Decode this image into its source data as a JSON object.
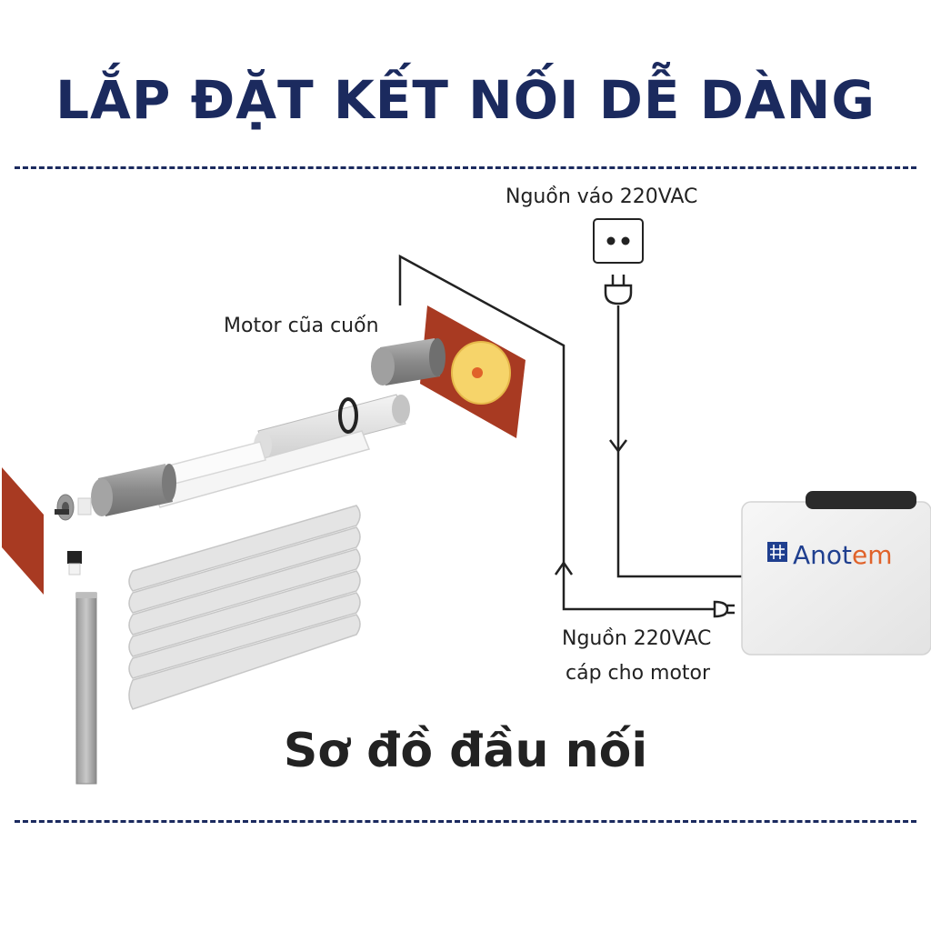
{
  "header": {
    "title": "LẮP ĐẶT KẾT NỐI DỄ DÀNG"
  },
  "labels": {
    "power_in": "Nguồn váo 220VAC",
    "motor": "Motor cũa cuốn",
    "power_motor_line1": "Nguồn 220VAC",
    "power_motor_line2": "cáp cho motor"
  },
  "brand": {
    "name_main": "Anot",
    "name_accent": "em"
  },
  "footer": {
    "title": "Sơ đồ đầu nối"
  },
  "colors": {
    "title": "#1b2a5e",
    "bracket": "#a83a22",
    "motor_gray": "#8f8f8f",
    "slat": "#e4e4e4",
    "brand_blue": "#1f3f8f",
    "brand_orange": "#e0622a"
  },
  "icons": [
    "power-socket-icon",
    "plug-icon",
    "brand-logo-icon"
  ]
}
